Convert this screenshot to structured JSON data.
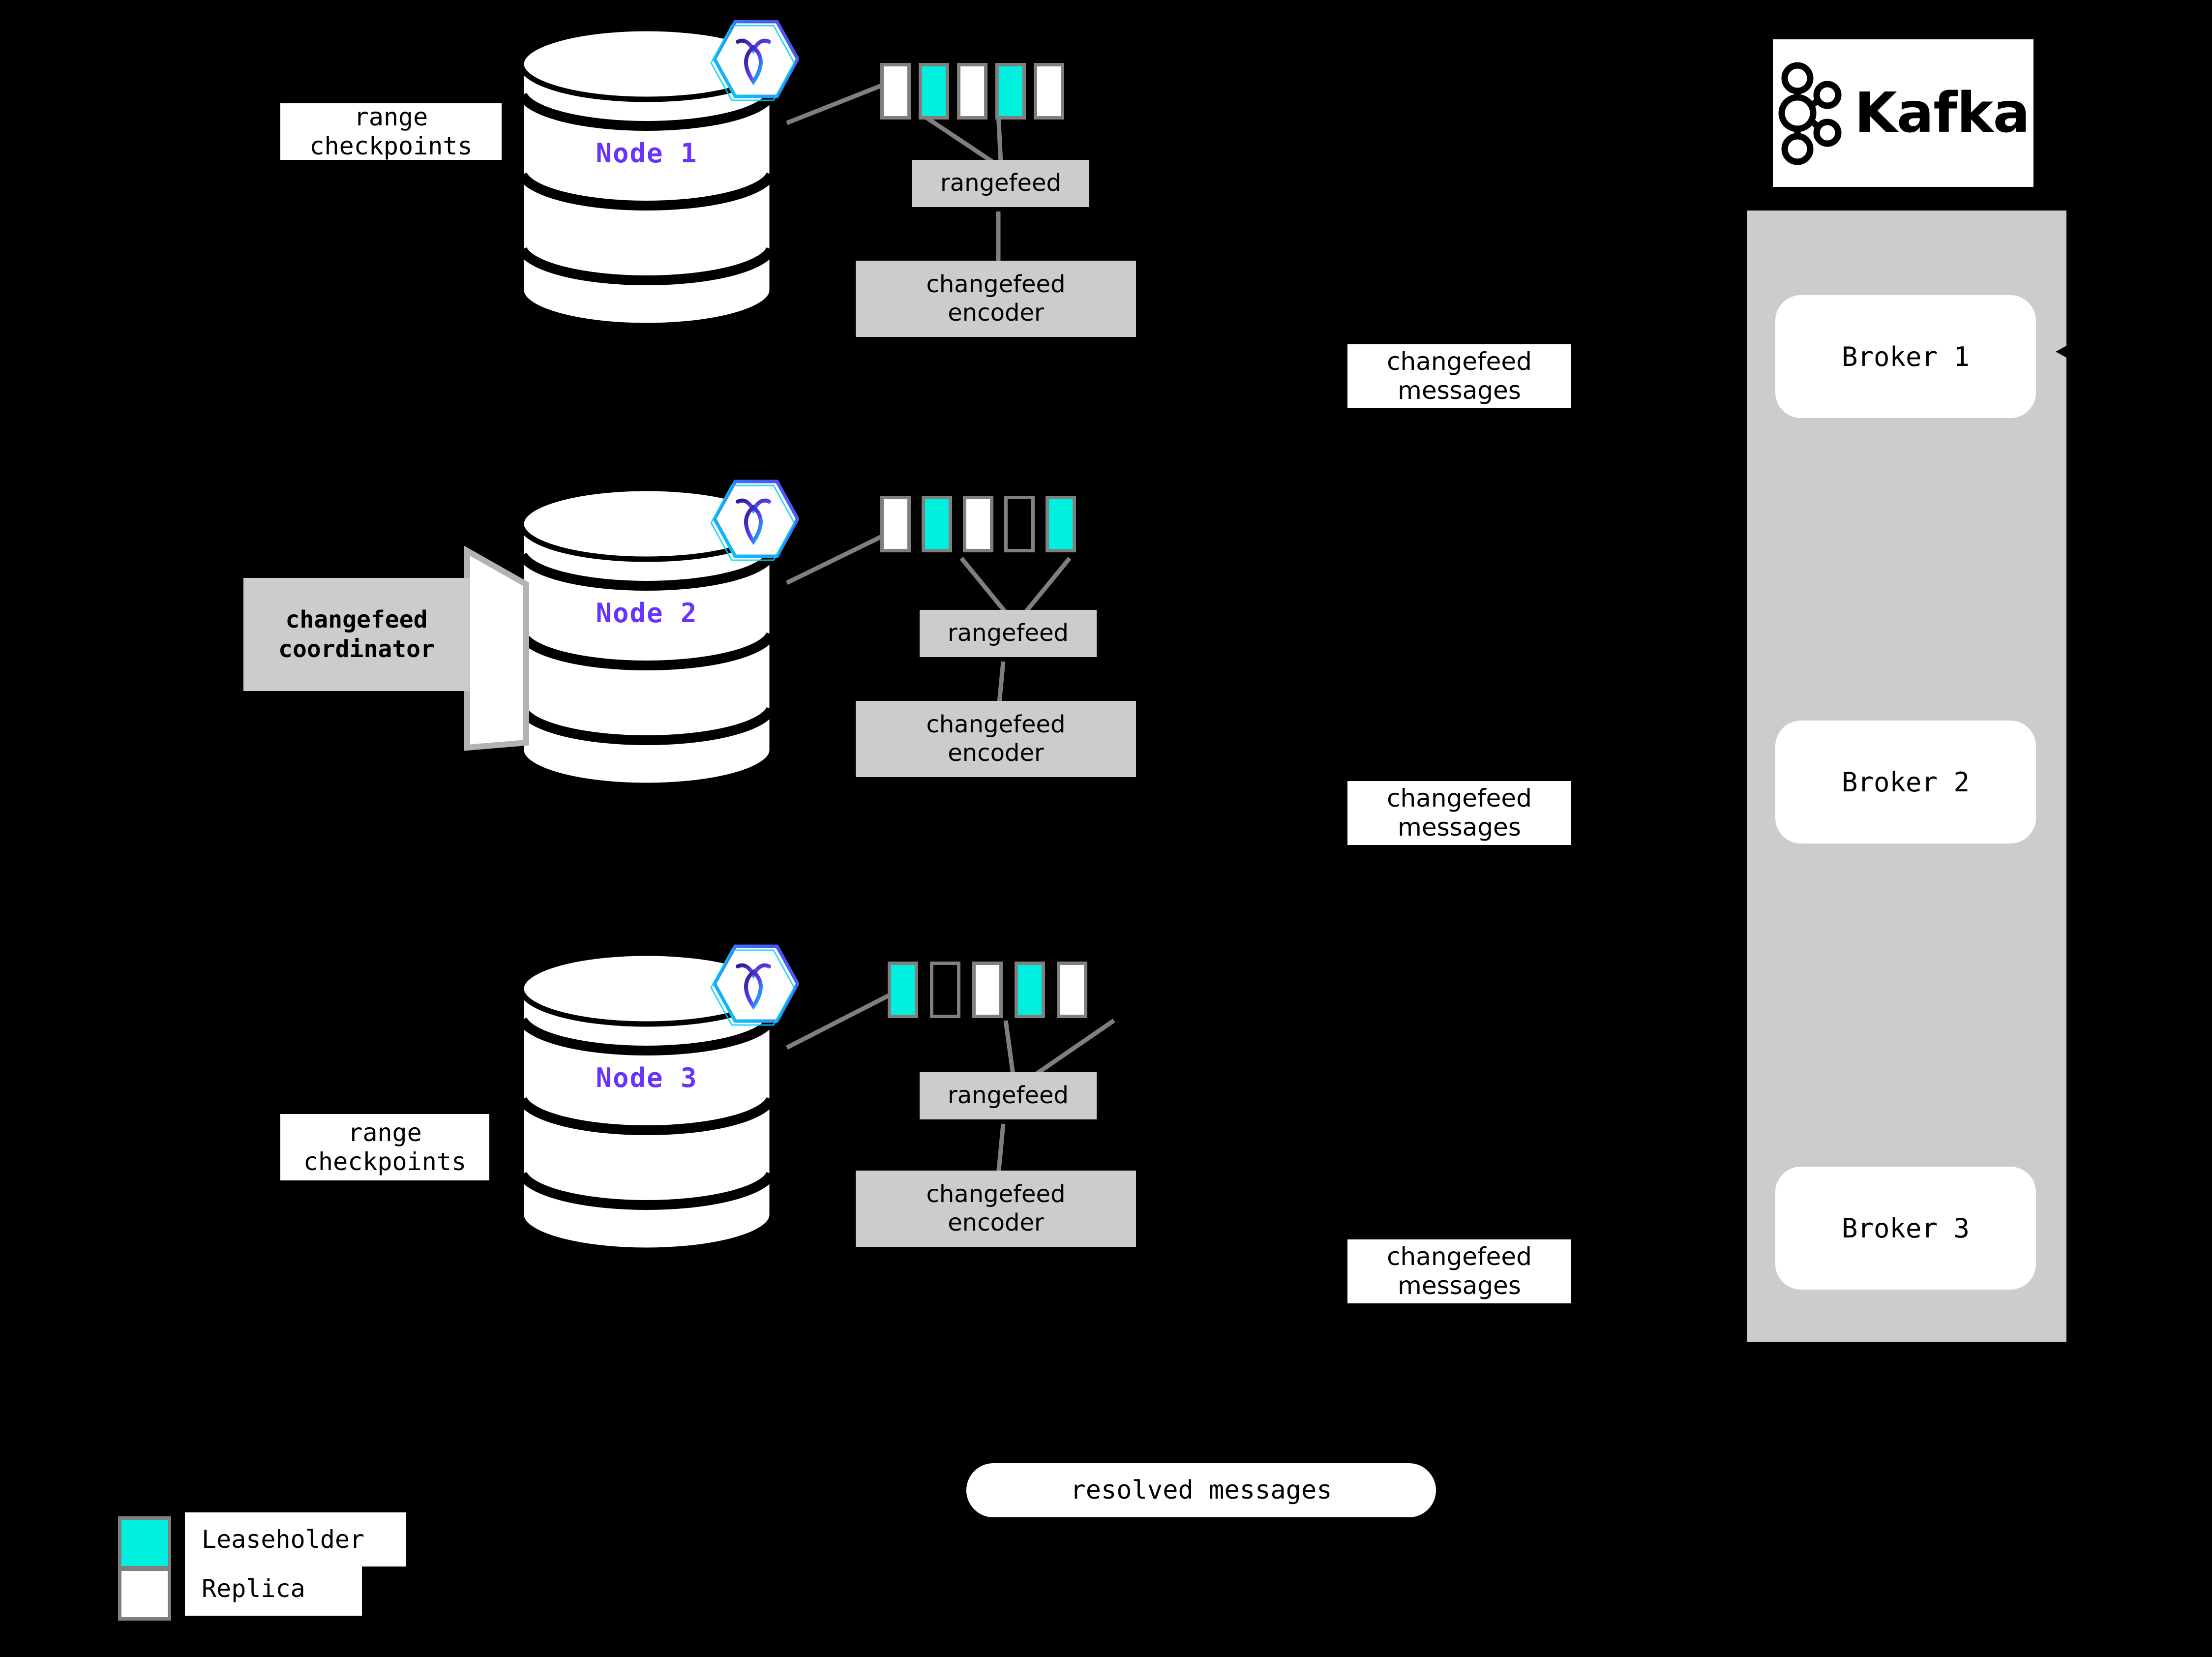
{
  "diagram": {
    "title": "CockroachDB changefeed to Kafka architecture",
    "background": "#000000",
    "colors": {
      "leaseholder": "#00F0E0",
      "replica": "#FFFFFF",
      "node_label": "#6933FF",
      "box_gray": "#CCCCCC",
      "border_gray": "#808080",
      "line_gray": "#7F7F7F"
    }
  },
  "nodes": [
    {
      "label": "Node 1",
      "crdb_icon": "cockroachdb-hexagon-icon",
      "ranges": [
        {
          "kind": "replica"
        },
        {
          "kind": "leaseholder"
        },
        {
          "kind": "replica"
        },
        {
          "kind": "leaseholder"
        },
        {
          "kind": "replica"
        }
      ],
      "rangefeed_label": "rangefeed",
      "encoder_label_line1": "changefeed",
      "encoder_label_line2": "encoder"
    },
    {
      "label": "Node 2",
      "crdb_icon": "cockroachdb-hexagon-icon",
      "ranges": [
        {
          "kind": "replica"
        },
        {
          "kind": "leaseholder"
        },
        {
          "kind": "replica"
        },
        {
          "kind": "empty"
        },
        {
          "kind": "leaseholder"
        }
      ],
      "rangefeed_label": "rangefeed",
      "encoder_label_line1": "changefeed",
      "encoder_label_line2": "encoder"
    },
    {
      "label": "Node 3",
      "crdb_icon": "cockroachdb-hexagon-icon",
      "ranges": [
        {
          "kind": "leaseholder"
        },
        {
          "kind": "empty"
        },
        {
          "kind": "replica"
        },
        {
          "kind": "leaseholder"
        },
        {
          "kind": "replica"
        }
      ],
      "rangefeed_label": "rangefeed",
      "encoder_label_line1": "changefeed",
      "encoder_label_line2": "encoder"
    }
  ],
  "coordinator": {
    "line1": "changefeed",
    "line2": "coordinator"
  },
  "range_checkpoints": [
    {
      "line1": "range",
      "line2": "checkpoints"
    },
    {
      "line1": "range",
      "line2": "checkpoints"
    }
  ],
  "changefeed_messages": [
    {
      "line1": "changefeed",
      "line2": "messages"
    },
    {
      "line1": "changefeed",
      "line2": "messages"
    },
    {
      "line1": "changefeed",
      "line2": "messages"
    }
  ],
  "resolved": {
    "label": "resolved messages"
  },
  "kafka": {
    "wordmark": "Kafka",
    "logo_icon": "kafka-node-graph-icon",
    "brokers": [
      "Broker 1",
      "Broker 2",
      "Broker 3"
    ]
  },
  "legend": {
    "items": [
      {
        "label": "Leaseholder",
        "swatch": "leaseholder"
      },
      {
        "label": "Replica",
        "swatch": "replica"
      }
    ]
  }
}
